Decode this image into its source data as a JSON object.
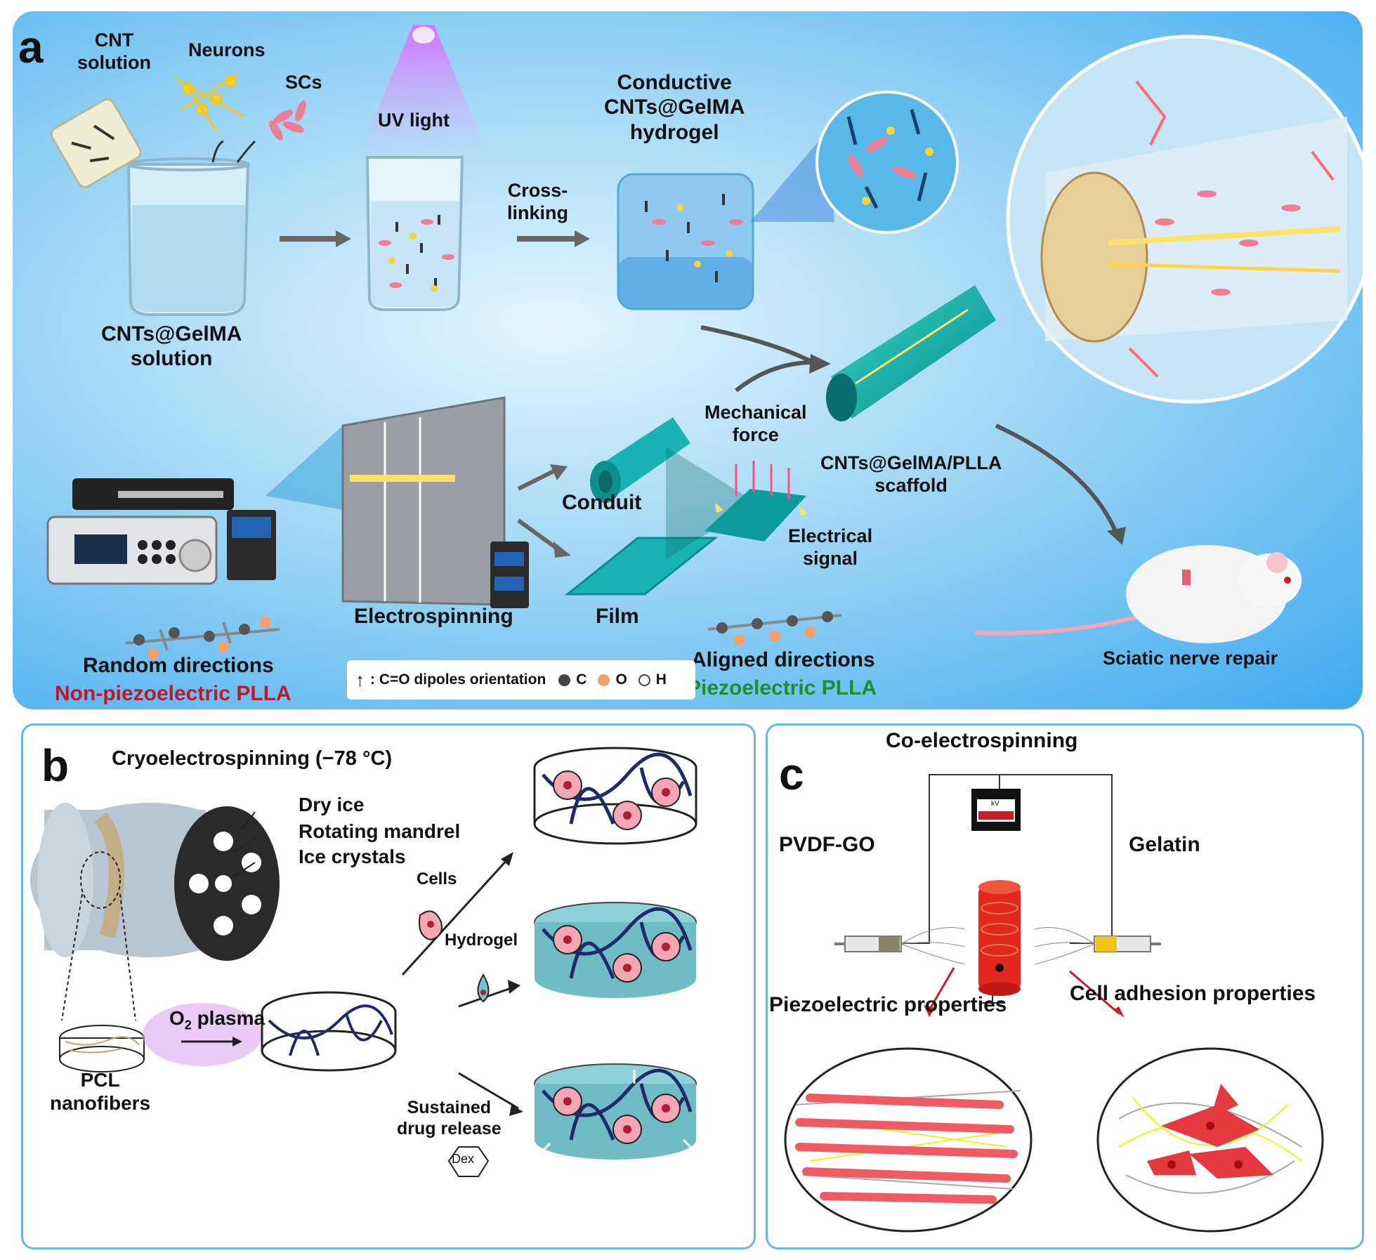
{
  "panel_a": {
    "letter": "a",
    "cnt_solution": "CNT\nsolution",
    "neurons": "Neurons",
    "scs": "SCs",
    "uv_light": "UV light",
    "cross_linking": "Cross-\nlinking",
    "conductive_hydrogel": "Conductive\nCNTs@GelMA\nhydrogel",
    "gelma_solution": "CNTs@GelMA\nsolution",
    "mechanical_force": "Mechanical\nforce",
    "scaffold": "CNTs@GelMA/PLLA\nscaffold",
    "conduit": "Conduit",
    "film": "Film",
    "electrical_signal": "Electrical\nsignal",
    "electrospinning": "Electrospinning",
    "random_directions": "Random directions",
    "non_piezo": "Non-piezoelectric PLLA",
    "aligned_directions": "Aligned directions",
    "piezo": "Piezoelectric PLLA",
    "sciatic": "Sciatic nerve repair",
    "legend": {
      "arrow_text": ": C=O dipoles orientation",
      "c": "C",
      "o": "O",
      "h": "H"
    },
    "colors": {
      "non_piezo": "#c0182b",
      "piezo": "#1b8f2a"
    }
  },
  "panel_b": {
    "letter": "b",
    "title": "Cryoelectrospinning (−78 °C)",
    "dry_ice": "Dry ice",
    "rotating_mandrel": "Rotating mandrel",
    "ice_crystals": "Ice crystals",
    "cells": "Cells",
    "hydrogel": "Hydrogel",
    "o2_plasma_o": "O",
    "o2_plasma_sub": "2",
    "o2_plasma_rest": " plasma",
    "pcl": "PCL\nnanofibers",
    "sustained": "Sustained\ndrug release",
    "dex": "Dex"
  },
  "panel_c": {
    "letter": "c",
    "title": "Co-electrospinning",
    "pvdf": "PVDF-GO",
    "gelatin": "Gelatin",
    "kv": "kV",
    "piezo_props": "Piezoelectric properties",
    "cell_adhesion": "Cell adhesion properties"
  }
}
